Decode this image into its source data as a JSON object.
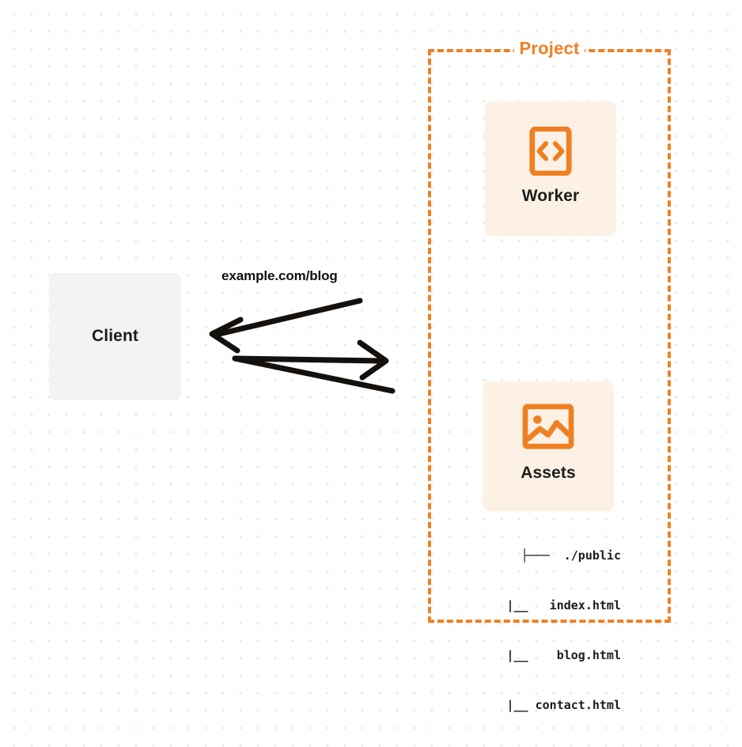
{
  "diagram": {
    "title_group": "Project",
    "background": {
      "dot_color": "#e9e9ec",
      "page_color": "#ffffff"
    },
    "colors": {
      "accent_orange": "#ef8022",
      "card_cream": "#fdf1e5",
      "client_gray": "#f2f3f5",
      "text_dark": "#1d1d1b",
      "arrow_black": "#13100d"
    },
    "nodes": [
      {
        "id": "client",
        "label": "Client",
        "icon": null,
        "shape": "rounded-rect",
        "fill": "#f2f3f5"
      },
      {
        "id": "worker",
        "label": "Worker",
        "icon": "code-brackets-icon",
        "shape": "rounded-rect",
        "fill": "#fdf1e5"
      },
      {
        "id": "assets",
        "label": "Assets",
        "icon": "image-picture-icon",
        "shape": "rounded-rect",
        "fill": "#fdf1e5"
      }
    ],
    "edges": [
      {
        "id": "request",
        "label": "example.com/blog",
        "from": "client",
        "to": "project",
        "direction": "right",
        "style": "solid-arrow"
      },
      {
        "id": "response",
        "label": "",
        "from": "project",
        "to": "client",
        "direction": "left",
        "style": "solid-arrow"
      }
    ],
    "edge_label": "example.com/blog",
    "file_tree": {
      "lines": [
        "├───  ./public",
        "   |__   index.html",
        "   |__    blog.html",
        "   |__ contact.html"
      ],
      "root": "./public",
      "files": [
        "index.html",
        "blog.html",
        "contact.html"
      ]
    }
  }
}
